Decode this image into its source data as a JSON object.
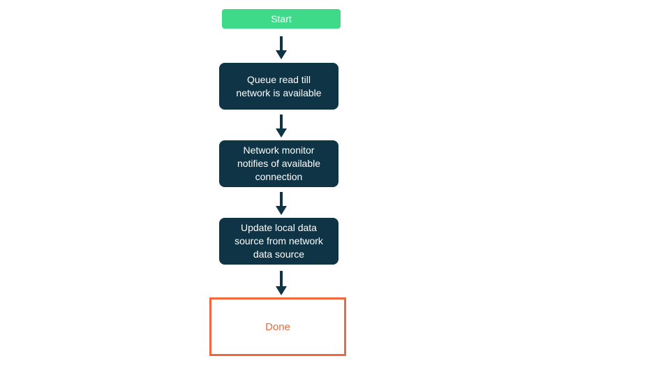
{
  "page": {
    "background_color": "#ffffff"
  },
  "flowchart": {
    "type": "vertical-flowchart",
    "arrow_color": "#0e3446",
    "colors": {
      "start_fill": "#3ed989",
      "process_fill": "#0e3446",
      "end_border": "#f2673e",
      "end_text": "#f2673e",
      "node_text": "#ffffff"
    },
    "nodes": [
      {
        "id": "start",
        "type": "start",
        "label": "Start"
      },
      {
        "id": "queue-read",
        "type": "process",
        "label": "Queue read till\nnetwork is available"
      },
      {
        "id": "network-monitor",
        "type": "process",
        "label": "Network monitor\nnotifies of available\nconnection"
      },
      {
        "id": "update-local-data",
        "type": "process",
        "label": "Update local data\nsource from network\ndata source"
      },
      {
        "id": "done",
        "type": "end",
        "label": "Done"
      }
    ],
    "edges": [
      {
        "from": "start",
        "to": "queue-read",
        "direction": "down"
      },
      {
        "from": "queue-read",
        "to": "network-monitor",
        "direction": "down"
      },
      {
        "from": "network-monitor",
        "to": "update-local-data",
        "direction": "down"
      },
      {
        "from": "update-local-data",
        "to": "done",
        "direction": "down"
      }
    ]
  }
}
